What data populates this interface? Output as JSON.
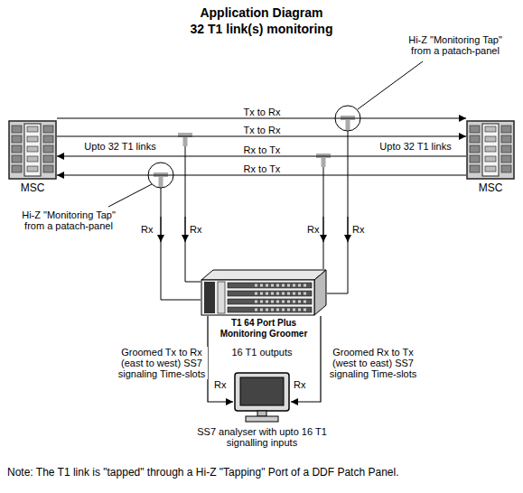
{
  "diagram": {
    "title": "Application Diagram",
    "caption": "Note: The T1 link is \"tapped\" through a Hi-Z \"Tapping\" Port of a DDF Patch Panel.",
    "nodes": [
      {
        "text": [
          "MSC"
        ]
      },
      {
        "text": [
          "MSC"
        ]
      },
      {
        "text": [
          "T1 64 Port Plus Monitoring Groomer"
        ]
      },
      {
        "text": [
          "SS7 analyser with upto 16 T1 signalling inputs"
        ]
      }
    ],
    "edges": [
      {
        "from": 0,
        "to": 1,
        "arrow": "to",
        "label": "Tx to Rx"
      },
      {
        "from": 0,
        "to": 1,
        "arrow": "to",
        "label": "Tx to Rx"
      },
      {
        "from": 1,
        "to": 0,
        "arrow": "to",
        "label": "Rx to Tx"
      },
      {
        "from": 1,
        "to": 0,
        "arrow": "to",
        "label": "Rx to Tx"
      },
      {
        "from": 2,
        "to": 3,
        "arrow": "to",
        "label": "Groomed Tx to Rx (east to west) SS7 signaling Time-slots"
      },
      {
        "from": 2,
        "to": 3,
        "arrow": "to",
        "label": "Groomed Rx to Tx (west to east) SS7 signaling Time-slots"
      }
    ],
    "labels": [
      "32 T1 link(s) monitoring",
      "Hi-Z \"Monitoring Tap\" from a patach-panel",
      "Upto 32 T1 links",
      "Upto 32 T1 links",
      "Hi-Z \"Monitoring Tap\" from a patach-panel",
      "Rx",
      "Rx",
      "Rx",
      "Rx",
      "16 T1 outputs",
      "Rx",
      "Rx"
    ]
  }
}
